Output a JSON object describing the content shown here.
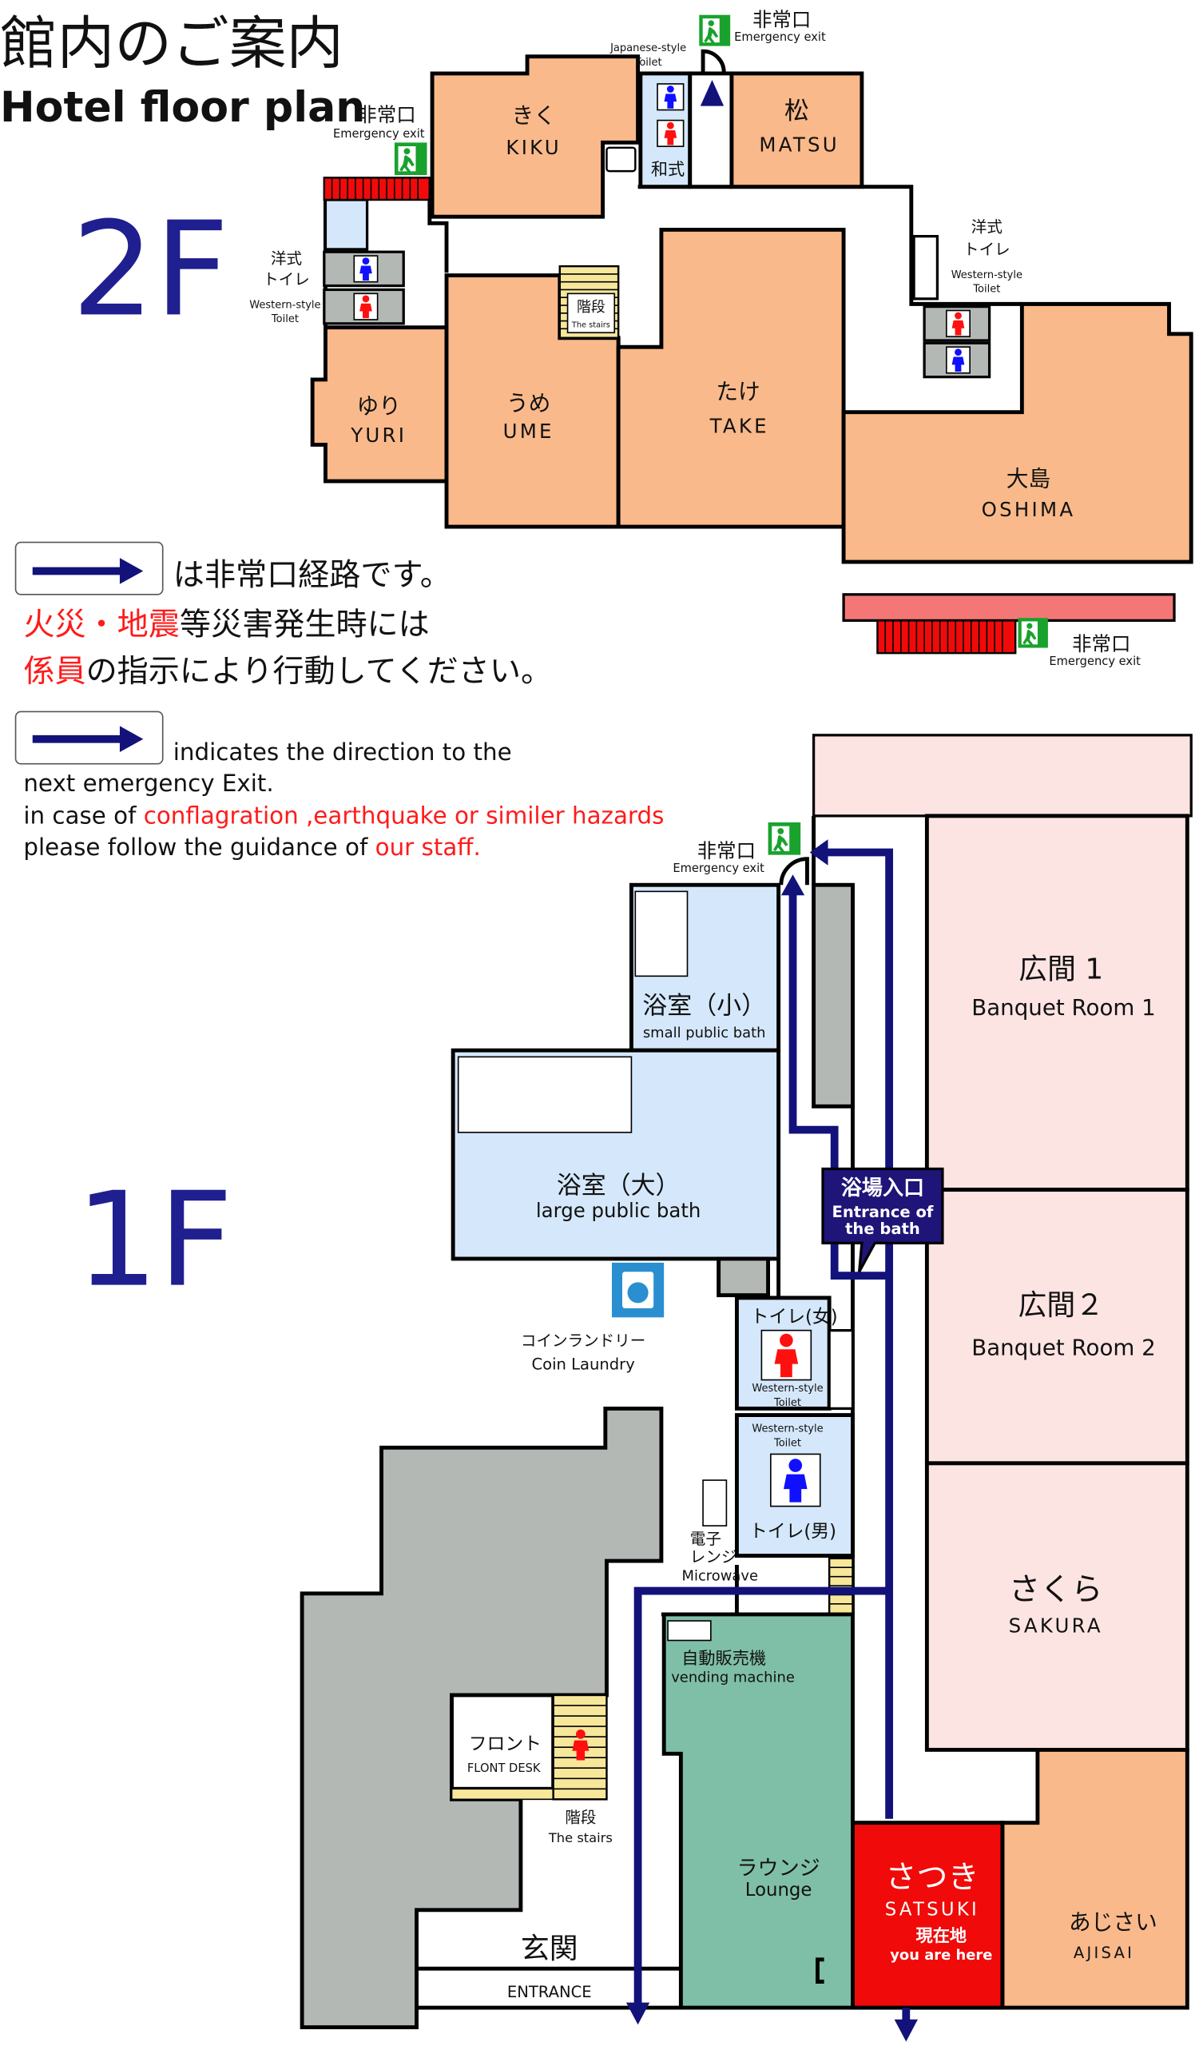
{
  "title": {
    "ja": "館内のご案内",
    "en": "Hotel floor plan"
  },
  "floors": {
    "second": "2F",
    "first": "1F"
  },
  "colors": {
    "guest_room": "#F9B98A",
    "banquet": "#FCE4E2",
    "bath": "#D5E8FB",
    "lounge": "#7FBFA7",
    "current": "#F00A0A",
    "route": "#12127A",
    "exit_sign": "#19A22D",
    "wall": "#000000",
    "service": "#B3B8B5",
    "stairs": "#F6E79B"
  },
  "exit": {
    "ja": "非常口",
    "en": "Emergency exit"
  },
  "legend": {
    "ja_line1": "は非常口経路です。",
    "ja_line2_red": "火災・地震",
    "ja_line2": "等災害発生時には",
    "ja_line3_red": "係員",
    "ja_line3": "の指示により行動してください。",
    "en_line1": "indicates the direction to the",
    "en_line2": "next emergency Exit.",
    "en_line3": "in case of ",
    "en_line3_red": "conflagration ,earthquake or similer hazards",
    "en_line4": "please follow the guidance of ",
    "en_line4_red": "our staff."
  },
  "floor2": {
    "kiku": {
      "ja": "きく",
      "en": "KIKU"
    },
    "matsu": {
      "ja": "松",
      "en": "MATSU"
    },
    "yuri": {
      "ja": "ゆり",
      "en": "YURI"
    },
    "ume": {
      "ja": "うめ",
      "en": "UME"
    },
    "take": {
      "ja": "たけ",
      "en": "TAKE"
    },
    "oshima": {
      "ja": "大島",
      "en": "OSHIMA"
    },
    "japanese_toilet": {
      "en1": "Japanese-style",
      "en2": "Toilet",
      "ja": "和式"
    },
    "western_toilet": {
      "ja1": "洋式",
      "ja2": "トイレ",
      "en1": "Western-style",
      "en2": "Toilet"
    },
    "stairs": {
      "ja": "階段",
      "en": "The stairs"
    }
  },
  "floor1": {
    "banquet1": {
      "ja": "広間 1",
      "en": "Banquet Room 1"
    },
    "banquet2": {
      "ja": "広間２",
      "en": "Banquet Room 2"
    },
    "sakura": {
      "ja": "さくら",
      "en": "SAKURA"
    },
    "ajisai": {
      "ja": "あじさい",
      "en": "AJISAI"
    },
    "satsuki": {
      "ja": "さつき",
      "en": "SATSUKI",
      "here_ja": "現在地",
      "here_en": "you are  here"
    },
    "small_bath": {
      "ja": "浴室（小）",
      "en": "small public bath"
    },
    "large_bath": {
      "ja": "浴室（大）",
      "en": "large public bath"
    },
    "bath_entrance": {
      "ja": "浴場入口",
      "en1": "Entrance of",
      "en2": "the bath"
    },
    "laundry": {
      "ja": "コインランドリー",
      "en": "Coin Laundry"
    },
    "toilet_women": {
      "ja": "トイレ(女)",
      "en1": "Western-style",
      "en2": "Toilet"
    },
    "toilet_men": {
      "ja": "トイレ(男)",
      "en1": "Western-style",
      "en2": "Toilet"
    },
    "microwave": {
      "ja1": "電子",
      "ja2": "レンジ",
      "en": "Microwave"
    },
    "vending": {
      "ja": "自動販売機",
      "en": "vending machine"
    },
    "lounge": {
      "ja": "ラウンジ",
      "en": "Lounge"
    },
    "front": {
      "ja": "フロント",
      "en": "FLONT DESK"
    },
    "stairs": {
      "ja": "階段",
      "en": "The stairs"
    },
    "entrance": {
      "ja": "玄関",
      "en": "ENTRANCE"
    }
  }
}
